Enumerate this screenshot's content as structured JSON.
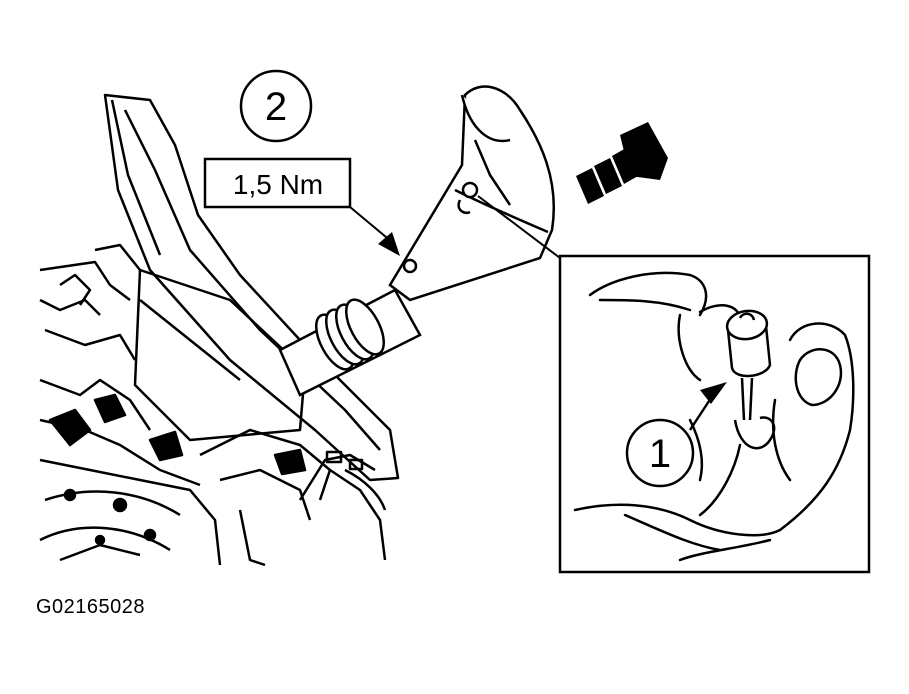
{
  "callouts": {
    "main_number": "2",
    "torque_label": "1,5 Nm",
    "detail_number": "1"
  },
  "figure_code": "G02165028",
  "colors": {
    "ink": "#000000",
    "paper": "#ffffff"
  }
}
